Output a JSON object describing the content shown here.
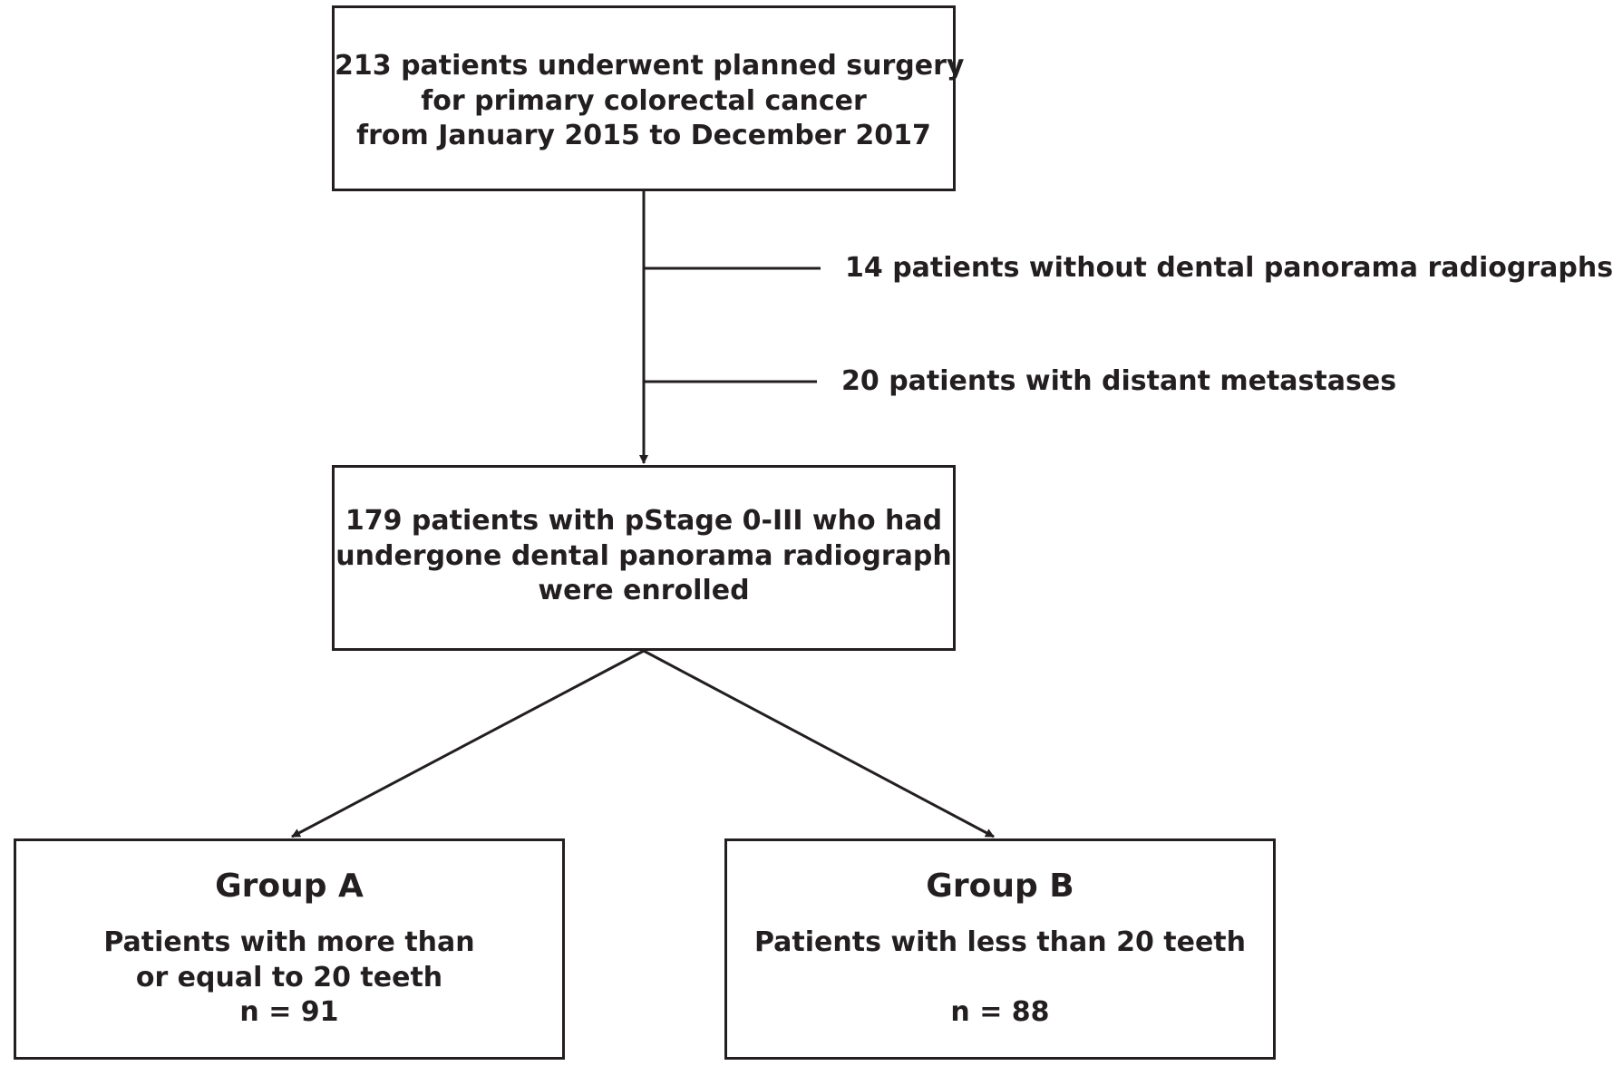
{
  "flowchart": {
    "start_box": {
      "lines": [
        "213 patients underwent planned surgery",
        "for primary colorectal cancer",
        "from January 2015 to December 2017"
      ]
    },
    "exclusions": [
      "14 patients without dental panorama radiographs",
      "20 patients with distant metastases"
    ],
    "enrolled_box": {
      "lines": [
        "179 patients with pStage 0-III who had",
        "undergone dental panorama radiograph",
        "were enrolled"
      ]
    },
    "group_a": {
      "title": "Group A",
      "lines": [
        "Patients with more than",
        "or equal to 20 teeth"
      ],
      "n": "n = 91"
    },
    "group_b": {
      "title": "Group B",
      "lines": [
        "Patients with less than 20 teeth"
      ],
      "n": "n = 88"
    }
  },
  "colors": {
    "stroke": "#231f20",
    "text": "#231f20",
    "background": "#ffffff"
  }
}
